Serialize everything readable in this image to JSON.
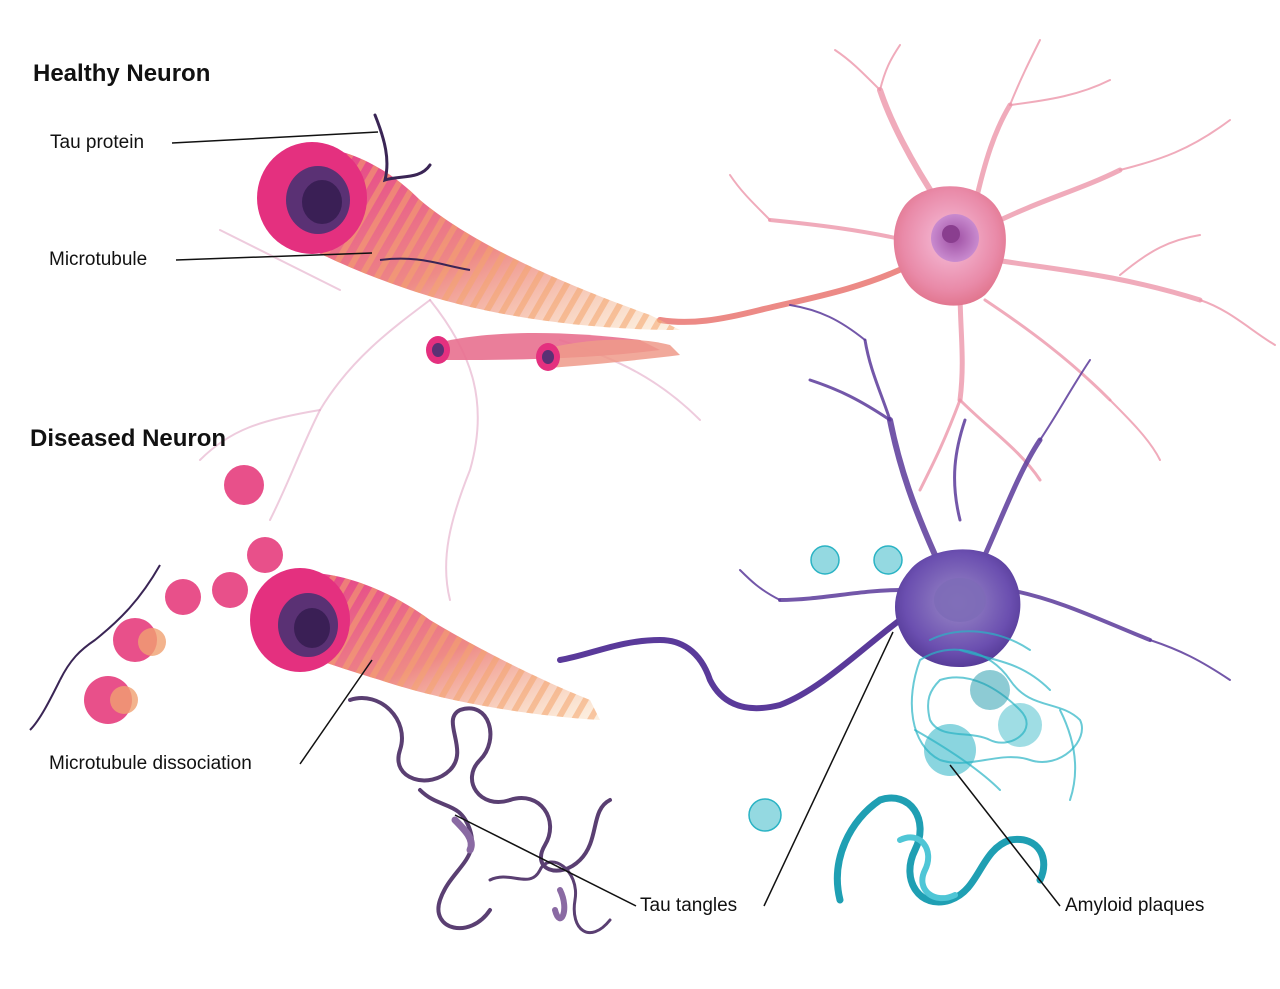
{
  "headings": {
    "healthy": "Healthy Neuron",
    "diseased": "Diseased Neuron"
  },
  "labels": {
    "tau_protein": "Tau protein",
    "microtubule": "Microtubule",
    "microtubule_dissociation": "Microtubule dissociation",
    "tau_tangles": "Tau tangles",
    "amyloid_plaques": "Amyloid plaques"
  },
  "colors": {
    "healthy_neuron": "#e8708f",
    "microtubule": "#e0307a",
    "microtubule_stripe": "#f0a070",
    "diseased_neuron": "#5a3a9a",
    "tau_tangle": "#5a3f72",
    "amyloid": "#2ab3c4"
  }
}
